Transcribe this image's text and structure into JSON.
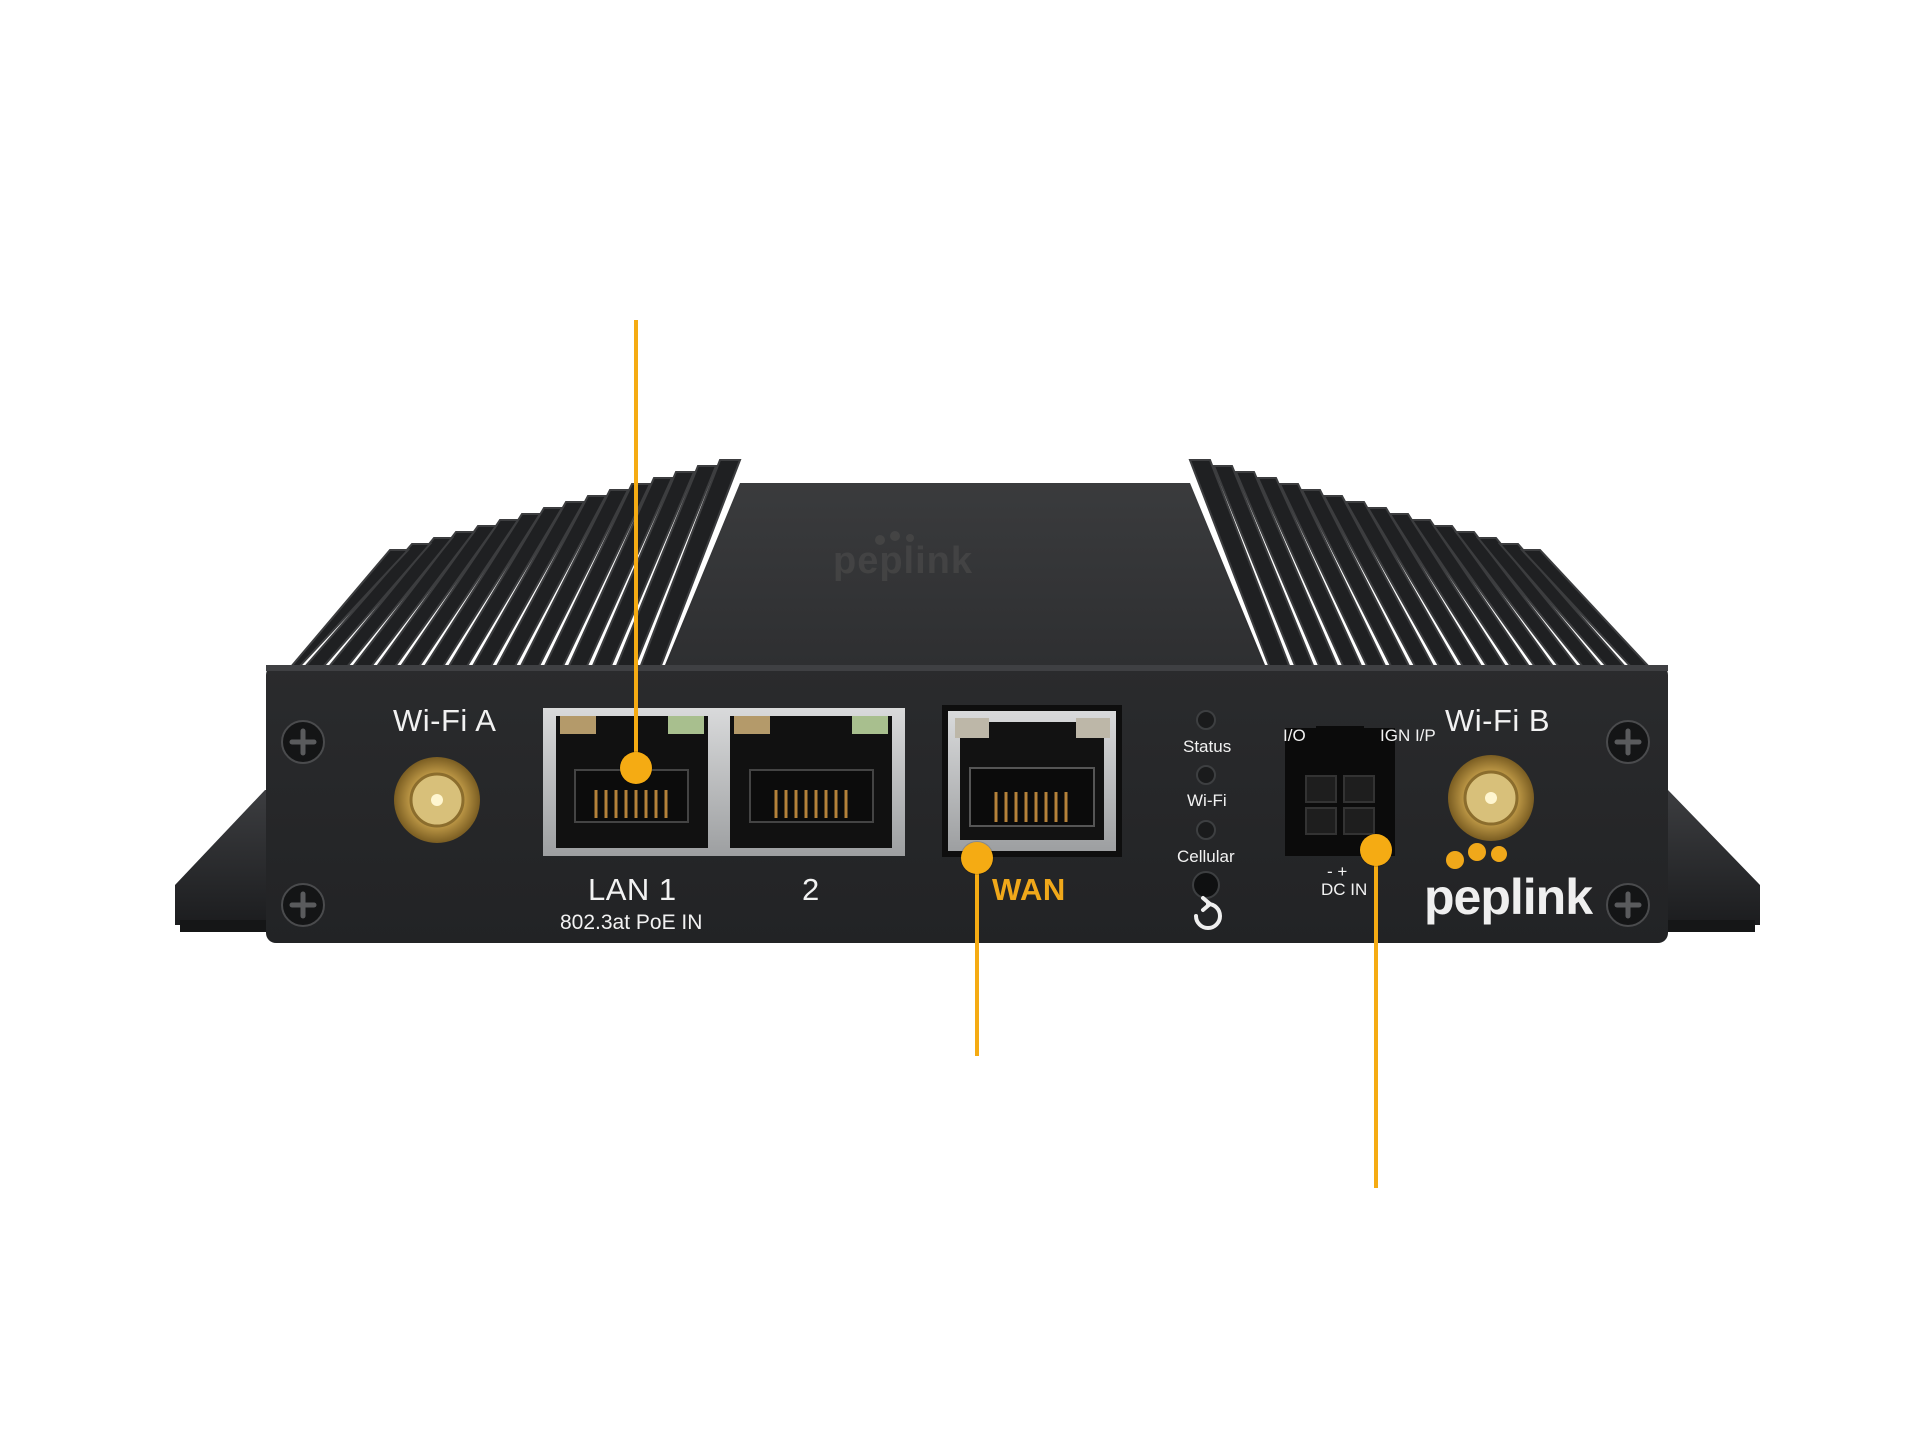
{
  "image": {
    "product": {
      "top_logo": "peplink",
      "front_logo": "peplink",
      "logo_dot_color": "#f0a81a",
      "body_color": "#2b2c2e",
      "callout_color": "#f5ab13"
    },
    "labels": {
      "wifi_a": "Wi-Fi A",
      "wifi_b": "Wi-Fi B",
      "lan1": "LAN 1",
      "lan_poe": "802.3at PoE IN",
      "lan2": "2",
      "wan": "WAN",
      "status": "Status",
      "wifi_led": "Wi-Fi",
      "cellular": "Cellular",
      "io": "I/O",
      "ign": "IGN I/P",
      "polarity": "- +",
      "dc_in": "DC IN"
    },
    "icons": {
      "reset": "reset-arrow-icon",
      "screw": "screw-icon",
      "antenna": "sma-antenna-connector-icon"
    }
  }
}
